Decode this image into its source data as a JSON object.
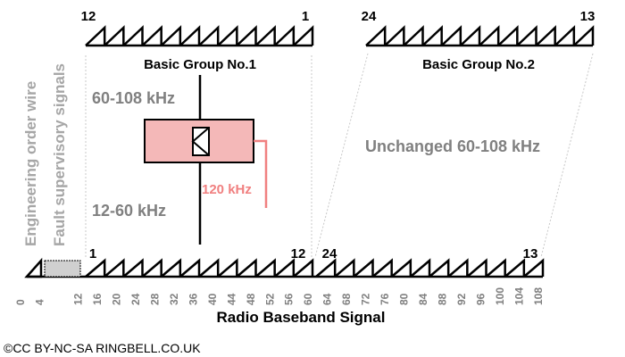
{
  "top_left_group": {
    "start_channel": "12",
    "end_channel": "1",
    "title": "Basic Group No.1"
  },
  "top_right_group": {
    "start_channel": "24",
    "end_channel": "13",
    "title": "Basic Group No.2",
    "note": "Unchanged 60-108 kHz"
  },
  "modulator": {
    "upper_band": "60-108 kHz",
    "lower_band": "12-60 kHz",
    "carrier": "120 kHz"
  },
  "side_labels": {
    "engineering": "Engineering order wire",
    "fault": "Fault supervisory signals"
  },
  "baseband": {
    "group1_start": "1",
    "group1_end": "12",
    "group2_start": "24",
    "group2_end": "13",
    "title": "Radio Baseband Signal",
    "ticks": [
      "0",
      "4",
      "12",
      "16",
      "20",
      "24",
      "28",
      "32",
      "36",
      "40",
      "44",
      "48",
      "52",
      "56",
      "60",
      "64",
      "68",
      "72",
      "76",
      "80",
      "84",
      "88",
      "92",
      "96",
      "100",
      "104",
      "108"
    ]
  },
  "colors": {
    "black": "#000000",
    "grey": "#808080",
    "light_grey": "#a6a6a6",
    "pink_fill": "#f4b8b8",
    "pink_line": "#f08080"
  },
  "footer": "©CC BY-NC-SA  RINGBELL.CO.UK"
}
